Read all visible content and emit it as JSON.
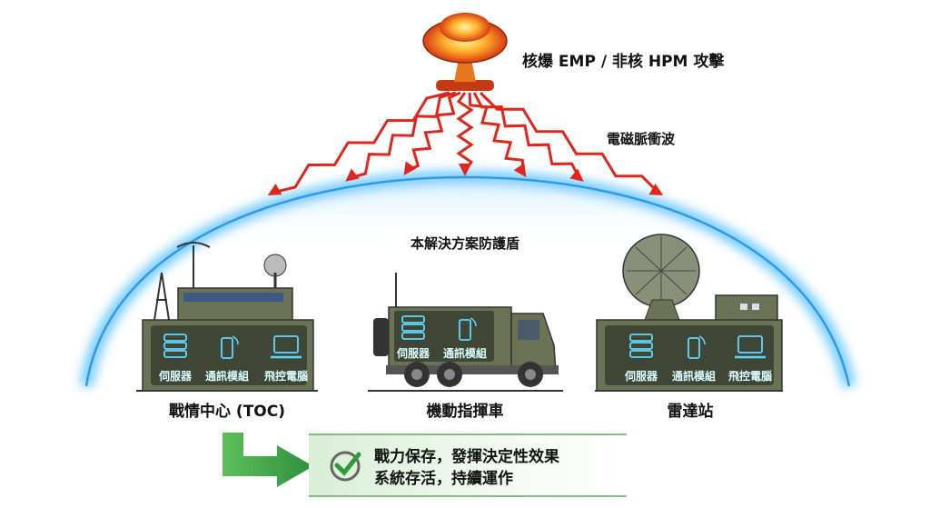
{
  "attack": {
    "label": "核爆 EMP / 非核 HPM 攻擊"
  },
  "wave": {
    "label": "電磁脈衝波"
  },
  "shield": {
    "label": "本解決方案防護盾"
  },
  "sites": [
    {
      "name": "戰情中心 (TOC)",
      "devices": [
        "伺服器",
        "通訊模組",
        "飛控電腦"
      ]
    },
    {
      "name": "機動指揮車",
      "devices": [
        "伺服器",
        "通訊模組"
      ]
    },
    {
      "name": "雷達站",
      "devices": [
        "伺服器",
        "通訊模組",
        "飛控電腦"
      ]
    }
  ],
  "result": {
    "line1": "戰力保存，發揮決定性效果",
    "line2": "系統存活，持續運作"
  },
  "colors": {
    "olive": "#6b7357",
    "panel": "#3f4636",
    "glow": "#5fd8ff",
    "red": "#e0251b",
    "green": "#3fa34d",
    "shield": "#3aa8f0"
  }
}
